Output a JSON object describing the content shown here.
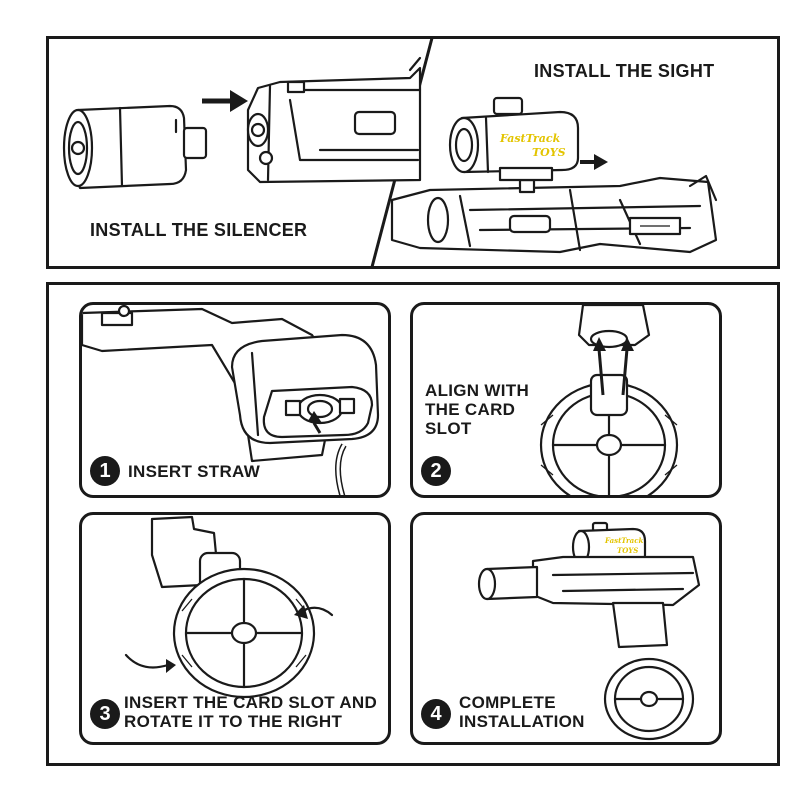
{
  "top_section": {
    "silencer_label": "INSTALL THE SILENCER",
    "sight_label": "INSTALL THE SIGHT",
    "sight_logo_line1": "FastTrack",
    "sight_logo_line2": "TOYS"
  },
  "steps": [
    {
      "number": "1",
      "lines": [
        "INSERT STRAW"
      ]
    },
    {
      "number": "2",
      "lines": [
        "ALIGN WITH",
        "THE CARD",
        "SLOT"
      ]
    },
    {
      "number": "3",
      "lines": [
        "INSERT THE CARD SLOT AND",
        "ROTATE IT TO THE RIGHT"
      ]
    },
    {
      "number": "4",
      "lines": [
        "COMPLETE",
        "INSTALLATION"
      ]
    }
  ],
  "colors": {
    "ink": "#1a1a1a",
    "background": "#ffffff",
    "logo": "#e3c400"
  }
}
